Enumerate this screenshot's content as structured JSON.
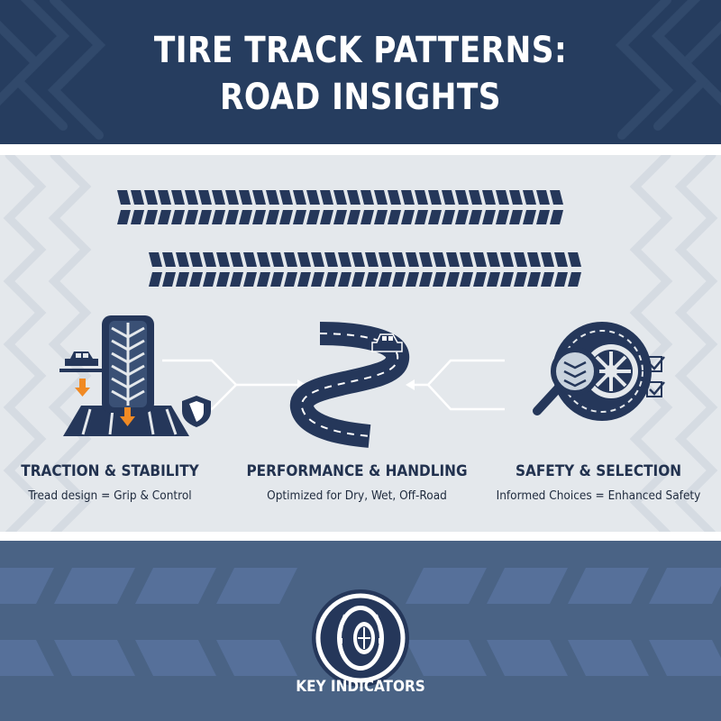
{
  "header": {
    "title_line1": "TIRE TRACK PATTERNS:",
    "title_line2": "ROAD INSIGHTS"
  },
  "columns": [
    {
      "title": "TRACTION & STABILITY",
      "subtitle": "Tread design = Grip & Control",
      "icon": "tire-traction-icon"
    },
    {
      "title": "PERFORMANCE & HANDLING",
      "subtitle": "Optimized for Dry, Wet, Off-Road",
      "icon": "winding-road-icon"
    },
    {
      "title": "SAFETY & SELECTION",
      "subtitle": "Informed Choices = Enhanced Safety",
      "icon": "magnifier-tire-icon"
    }
  ],
  "footer": {
    "label": "KEY INDICATORS",
    "icon": "tire-badge-icon"
  },
  "colors": {
    "navy": "#263d5f",
    "panel": "#e4e8ec",
    "footer": "#4a6385",
    "accent": "#f08a24"
  }
}
